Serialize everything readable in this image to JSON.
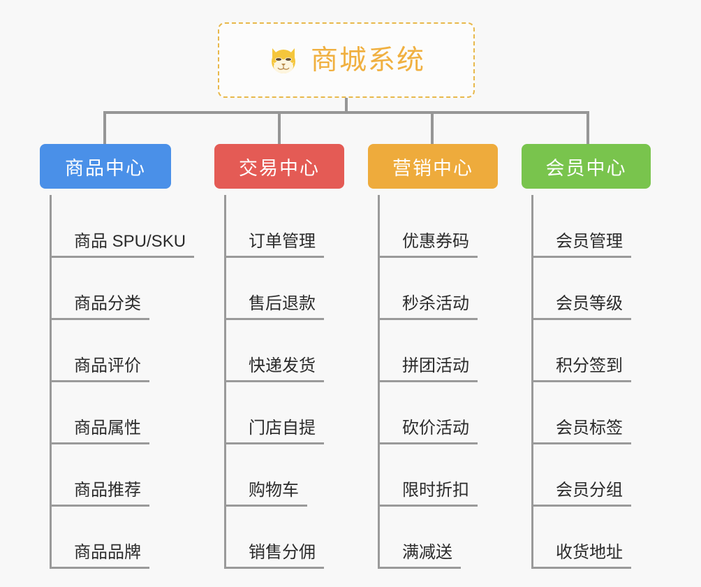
{
  "root": {
    "title": "商城系统",
    "icon": "shiba-dog-face-emoji",
    "accent_color": "#f0b040",
    "border_color": "#e8b84b"
  },
  "canvas": {
    "background_color": "#f8f8f8",
    "connector_color": "#969696"
  },
  "columns": [
    {
      "name": "product-center",
      "title": "商品中心",
      "color": "#4a90e8",
      "items": [
        {
          "label": "商品 SPU/SKU"
        },
        {
          "label": "商品分类"
        },
        {
          "label": "商品评价"
        },
        {
          "label": "商品属性"
        },
        {
          "label": "商品推荐"
        },
        {
          "label": "商品品牌"
        }
      ]
    },
    {
      "name": "trade-center",
      "title": "交易中心",
      "color": "#e45b55",
      "items": [
        {
          "label": "订单管理"
        },
        {
          "label": "售后退款"
        },
        {
          "label": "快递发货"
        },
        {
          "label": "门店自提"
        },
        {
          "label": "购物车"
        },
        {
          "label": "销售分佣"
        }
      ]
    },
    {
      "name": "marketing-center",
      "title": "营销中心",
      "color": "#eeab3c",
      "items": [
        {
          "label": "优惠券码"
        },
        {
          "label": "秒杀活动"
        },
        {
          "label": "拼团活动"
        },
        {
          "label": "砍价活动"
        },
        {
          "label": "限时折扣"
        },
        {
          "label": "满减送"
        }
      ]
    },
    {
      "name": "member-center",
      "title": "会员中心",
      "color": "#79c44d",
      "items": [
        {
          "label": "会员管理"
        },
        {
          "label": "会员等级"
        },
        {
          "label": "积分签到"
        },
        {
          "label": "会员标签"
        },
        {
          "label": "会员分组"
        },
        {
          "label": "收货地址"
        }
      ]
    }
  ]
}
